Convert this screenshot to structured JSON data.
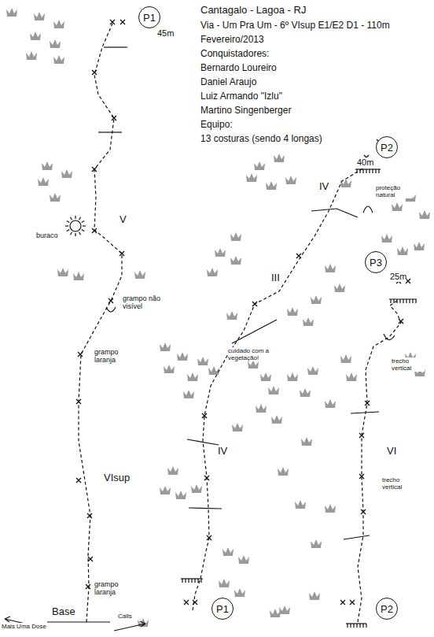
{
  "diagram": {
    "title": "Cantagalo - Lagoa - RJ",
    "nodes": [
      {
        "text": [
          "P1"
        ]
      },
      {
        "text": [
          "P2"
        ]
      },
      {
        "text": [
          "P3"
        ]
      },
      {
        "text": [
          "P1"
        ]
      },
      {
        "text": [
          "P2"
        ]
      }
    ],
    "labels": [
      "Via - Um Pra Um - 6º VIsup E1/E2 D1 - 110m",
      "Fevereiro/2013",
      "Conquistadores:",
      "Bernardo Loureiro",
      "Daniel Araujo",
      "Luiz Armando \"Izlu\"",
      "Martino Singenberger",
      "Equipo:",
      "13 costuras (sendo 4 longas)",
      "45m",
      "40m",
      "25m",
      "V",
      "VIsup",
      "IV",
      "III",
      "IV",
      "VI",
      "buraco",
      "grampo não visível",
      "grampo laranja",
      "grampo laranja",
      "proteção natural",
      "cuidado com a vegetação!",
      "trecho vertical",
      "trecho vertical",
      "Mais Uma Dose",
      "Calls",
      "Base"
    ]
  }
}
